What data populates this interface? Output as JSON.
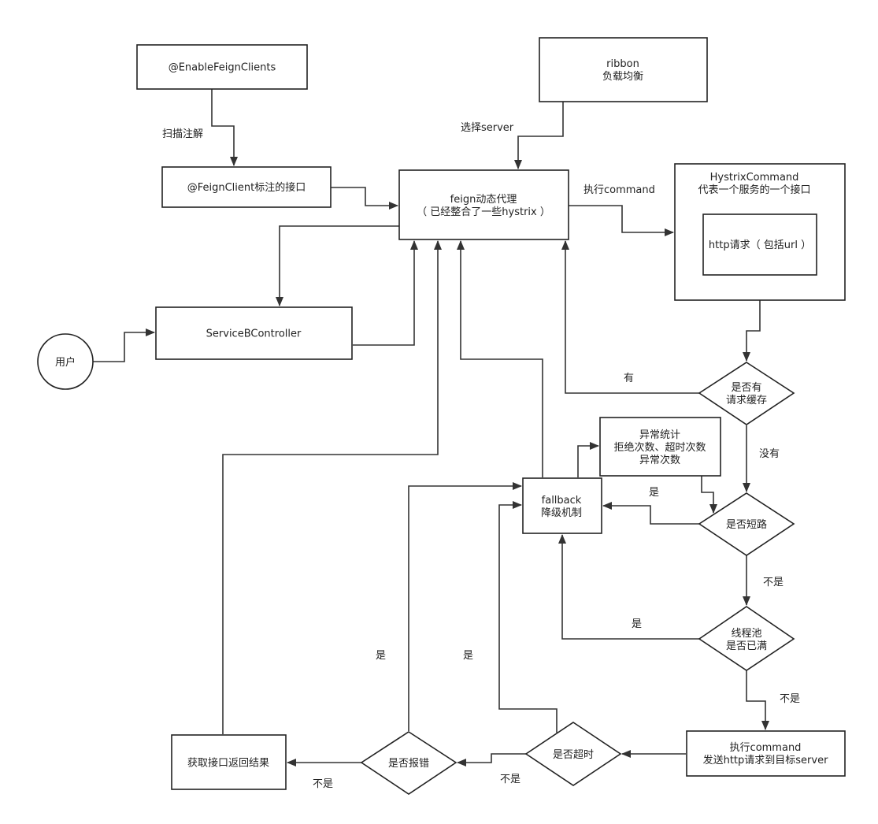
{
  "nodes": {
    "enable_feign_clients": [
      "@EnableFeignClients"
    ],
    "feign_client": [
      "@FeignClient标注的接口"
    ],
    "ribbon": [
      "ribbon",
      "负载均衡"
    ],
    "feign_proxy": [
      "feign动态代理",
      "（ 已经整合了一些hystrix ）"
    ],
    "hystrix_command": [
      "HystrixCommand",
      "代表一个服务的一个接口"
    ],
    "http_request": [
      "http请求（ 包括url ）"
    ],
    "service_b_controller": [
      "ServiceBController"
    ],
    "user": [
      "用户"
    ],
    "request_cache": [
      "是否有",
      "请求缓存"
    ],
    "exception_stats": [
      "异常统计",
      "拒绝次数、超时次数",
      "异常次数"
    ],
    "fallback": [
      "fallback",
      "降级机制"
    ],
    "circuit_open": [
      "是否短路"
    ],
    "thread_pool_full": [
      "线程池",
      "是否已满"
    ],
    "execute_command": [
      "执行command",
      "发送http请求到目标server"
    ],
    "timeout": [
      "是否超时"
    ],
    "error": [
      "是否报错"
    ],
    "get_result": [
      "获取接口返回结果"
    ]
  },
  "edge_labels": {
    "scan_annotations": "扫描注解",
    "select_server": "选择server",
    "execute_command": "执行command",
    "has_cache": "有",
    "no_cache": "没有",
    "circuit_yes": "是",
    "circuit_no": "不是",
    "pool_yes": "是",
    "pool_no": "不是",
    "timeout_yes": "是",
    "timeout_no": "不是",
    "error_yes": "是",
    "error_no": "不是"
  },
  "colors": {
    "stroke": "#222222",
    "text": "#222222",
    "background": "#ffffff"
  }
}
